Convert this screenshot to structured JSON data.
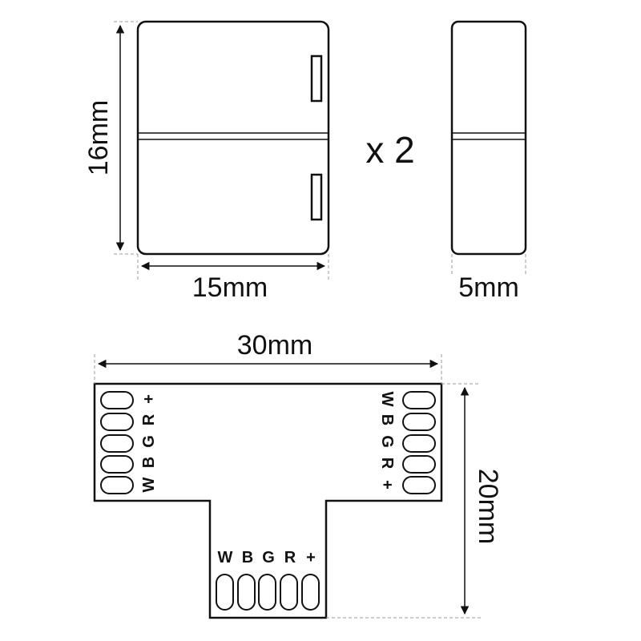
{
  "connector": {
    "height_label": "16mm",
    "width_label": "15mm",
    "multiplier": "x 2",
    "depth_label": "5mm"
  },
  "board": {
    "width_label": "30mm",
    "height_label": "20mm",
    "left_pins": [
      "W",
      "B",
      "G",
      "R",
      "+"
    ],
    "right_pins": [
      "W",
      "B",
      "G",
      "R",
      "+"
    ],
    "bottom_pins": [
      "W",
      "B",
      "G",
      "R",
      "+"
    ]
  }
}
